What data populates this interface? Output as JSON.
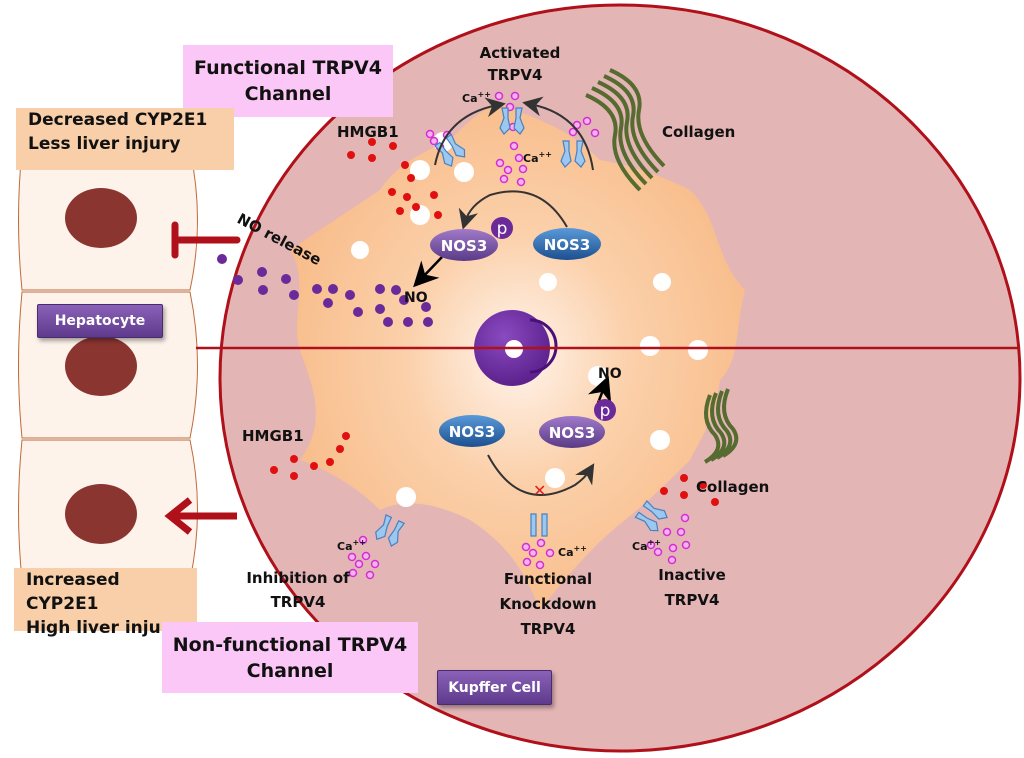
{
  "title_top": {
    "line1": "Functional TRPV4",
    "line2": "Channel"
  },
  "title_bottom": {
    "line1": "Non-functional TRPV4",
    "line2": "Channel"
  },
  "hepatocyte_top_box": {
    "line1": "Decreased CYP2E1",
    "line2": "Less liver injury"
  },
  "hepatocyte_bottom_box": {
    "line1": "Increased CYP2E1",
    "line2": "High liver injury"
  },
  "hepatocyte_badge": "Hepatocyte",
  "kupffer_badge": "Kupffer Cell",
  "top_panel": {
    "activated_trpv4": {
      "line1": "Activated",
      "line2": "TRPV4"
    },
    "hmgb1": "HMGB1",
    "collagen": "Collagen",
    "ca_label": "Ca",
    "ca_sup": "++",
    "nos3_phospho": "NOS3",
    "nos3": "NOS3",
    "p_badge": "p",
    "no": "NO",
    "no_release": "NO release"
  },
  "bottom_panel": {
    "hmgb1": "HMGB1",
    "collagen": "Collagen",
    "ca_label": "Ca",
    "ca_sup": "++",
    "nos3": "NOS3",
    "nos3_phospho": "NOS3",
    "p_badge": "p",
    "no": "NO",
    "inhibition": {
      "line1": "Inhibition of",
      "line2": "TRPV4"
    },
    "knockdown": {
      "line1": "Functional",
      "line2": "Knockdown",
      "line3": "TRPV4"
    },
    "inactive": {
      "line1": "Inactive",
      "line2": "TRPV4"
    }
  },
  "colors": {
    "outer_fill": "#e4b5b5",
    "outer_stroke": "#b0101a",
    "cytoplasm": "#f8c08e",
    "nucleus": "#6a2a9a",
    "hepatocyte_fill": "#fdf3ea",
    "hepatocyte_nucleus": "#8b3530",
    "hmgb1": "#e01010",
    "calcium": "#e040e0",
    "no_dots": "#6a2a9a",
    "collagen": "#556b2f",
    "nos3_blue": "#2a6ab0",
    "nos3_purple": "#7a4fa8"
  }
}
